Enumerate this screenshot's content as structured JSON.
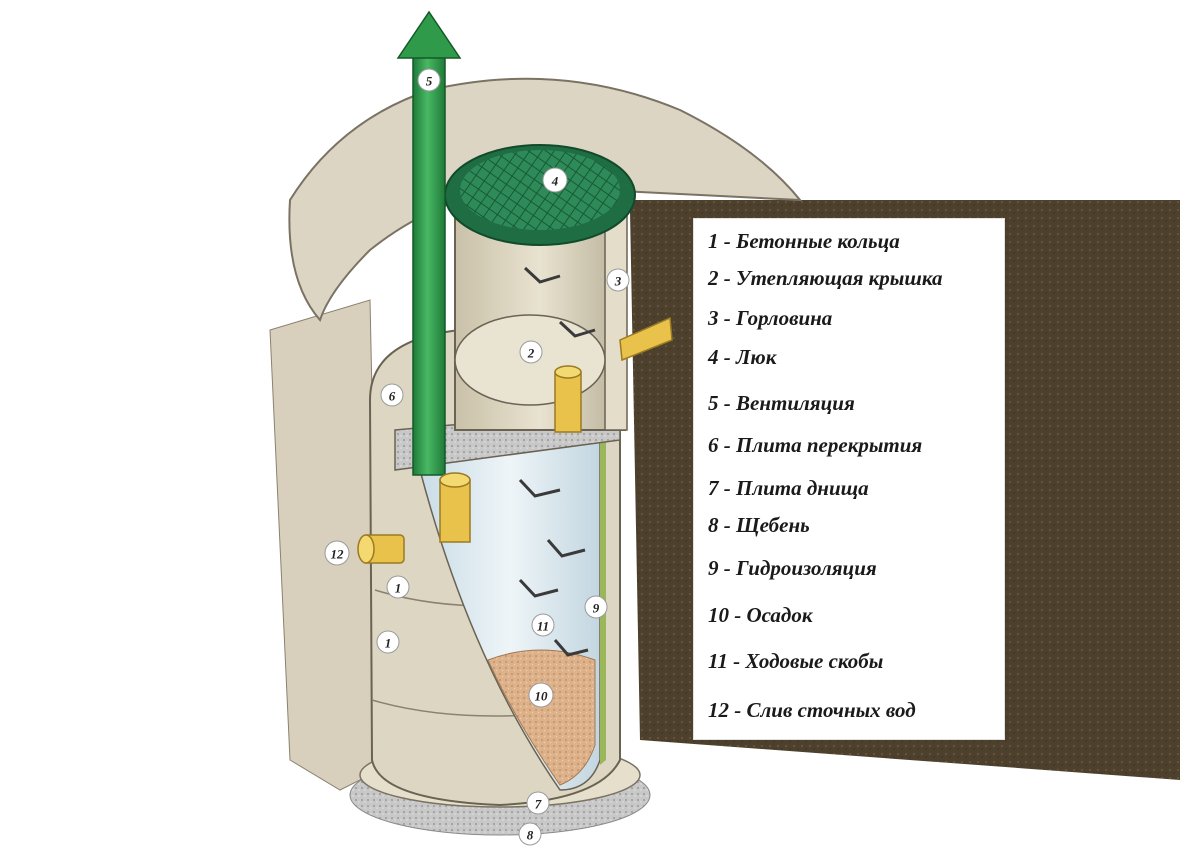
{
  "markers": {
    "m1a": "1",
    "m1b": "1",
    "m2": "2",
    "m3": "3",
    "m4": "4",
    "m5": "5",
    "m6": "6",
    "m7": "7",
    "m8": "8",
    "m9": "9",
    "m10": "10",
    "m11": "11",
    "m12": "12"
  },
  "legend": {
    "items": [
      "1 - Бетонные кольца",
      "2 - Утепляющая крышка",
      "3 - Горловина",
      "4 - Люк",
      "5 - Вентиляция",
      "6 - Плита перекрытия",
      "7 - Плита днища",
      "8 - Щебень",
      "9 - Гидроизоляция",
      "10 - Осадок",
      "11 - Ходовые скобы",
      "12 - Слив сточных вод"
    ]
  },
  "colors": {
    "soil": "#4a3f2c",
    "ground_surface": "#ddd5c4",
    "concrete": "#d9d2bf",
    "water": "#d8e8f0",
    "pipe_green": "#2f9a4a",
    "pipe_yellow": "#e8c24a",
    "sediment": "#d9ae8a",
    "gravel": "#bdbdbd"
  }
}
